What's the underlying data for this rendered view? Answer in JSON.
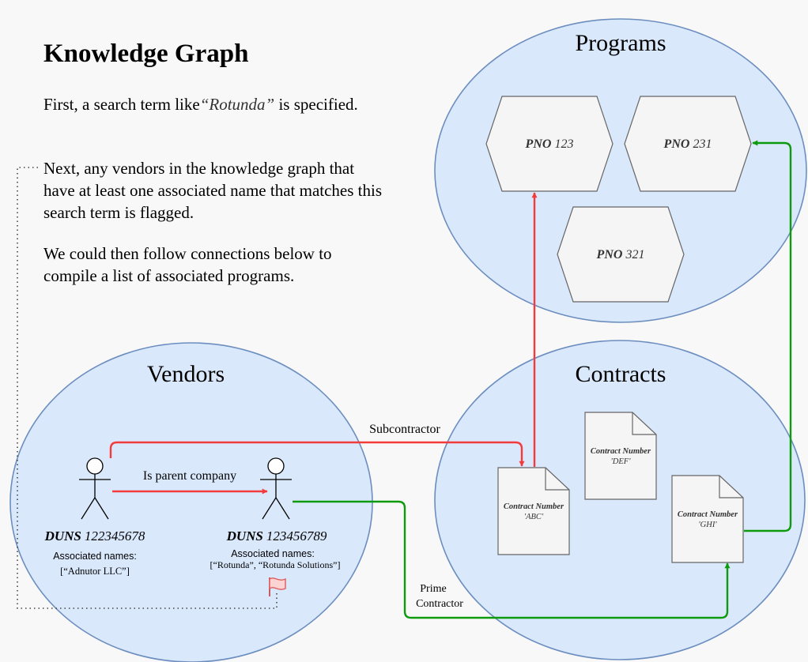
{
  "title": "Knowledge Graph",
  "paragraphs": {
    "p1_before": "First, a search term like",
    "p1_term": "“Rotunda”",
    "p1_after": " is specified.",
    "p2": "Next, any vendors in the knowledge graph that have at least one associated name that matches this search term is flagged.",
    "p3": "We could then follow connections below to compile a list of associated programs."
  },
  "groups": {
    "programs": "Programs",
    "vendors": "Vendors",
    "contracts": "Contracts"
  },
  "programs": [
    {
      "prefix": "PNO",
      "number": "123"
    },
    {
      "prefix": "PNO",
      "number": "231"
    },
    {
      "prefix": "PNO",
      "number": "321"
    }
  ],
  "vendors": [
    {
      "prefix": "DUNS",
      "number": "122345678",
      "names_label": "Associated names:",
      "names": "[“Adnutor LLC”]",
      "flagged": false
    },
    {
      "prefix": "DUNS",
      "number": "123456789",
      "names_label": "Associated names:",
      "names": "[“Rotunda”, “Rotunda Solutions”]",
      "flagged": true
    }
  ],
  "contracts": [
    {
      "label": "Contract Number",
      "value": "'ABC'"
    },
    {
      "label": "Contract Number",
      "value": "'DEF'"
    },
    {
      "label": "Contract Number",
      "value": "'GHI'"
    }
  ],
  "edges": {
    "parent": "Is parent company",
    "subcontractor": "Subcontractor",
    "prime_line1": "Prime",
    "prime_line2": "Contractor"
  },
  "colors": {
    "group_fill": "#dae8fc",
    "group_stroke": "#6c8ebf",
    "red_edge": "#f33b3b",
    "green_edge": "#0d9b0d",
    "node_fill": "#f5f5f5",
    "node_stroke": "#666666",
    "flag": "#e05a5a"
  }
}
